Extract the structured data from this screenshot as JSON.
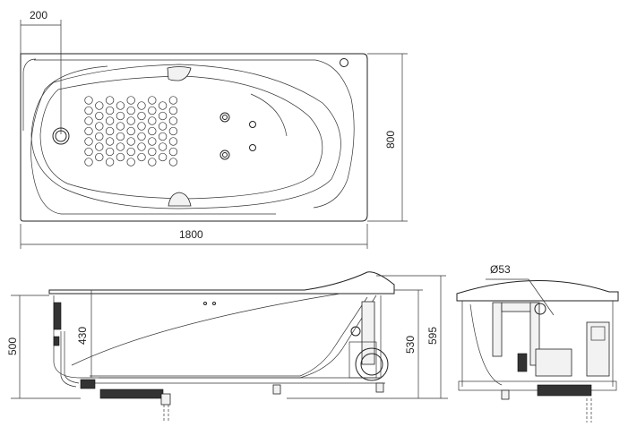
{
  "drawing": {
    "top_view": {
      "dim_drain_offset": "200",
      "dim_length": "1800",
      "dim_width": "800"
    },
    "side_view": {
      "dim_overall_height": "500",
      "dim_inner_depth": "430",
      "dim_rim_height": "530",
      "dim_headrest_height": "595"
    },
    "end_view": {
      "dim_pipe_diameter": "Ø53"
    }
  }
}
